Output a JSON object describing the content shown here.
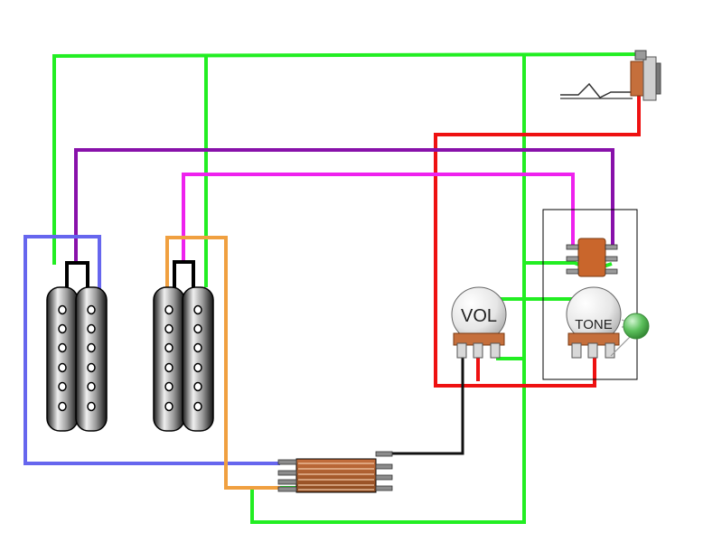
{
  "diagram": {
    "components": {
      "volume_pot": {
        "label": "VOL"
      },
      "tone_pot": {
        "label": "TONE"
      },
      "neck_pickup": {
        "kind": "humbucker"
      },
      "bridge_pickup": {
        "kind": "humbucker"
      },
      "output_jack": {
        "kind": "jack"
      },
      "tone_capacitor": {
        "kind": "capacitor"
      },
      "pickup_selector": {
        "kind": "switch"
      },
      "push_pull_switch": {
        "kind": "switch"
      }
    },
    "wire_colors": {
      "ground": "#22ee22",
      "hot": "#ee1111",
      "signal": "#111111",
      "neck_coil_a": "#6666ee",
      "neck_coil_b": "#8811aa",
      "bridge_coil_a": "#f0a040",
      "bridge_coil_b": "#ee22ee"
    }
  }
}
